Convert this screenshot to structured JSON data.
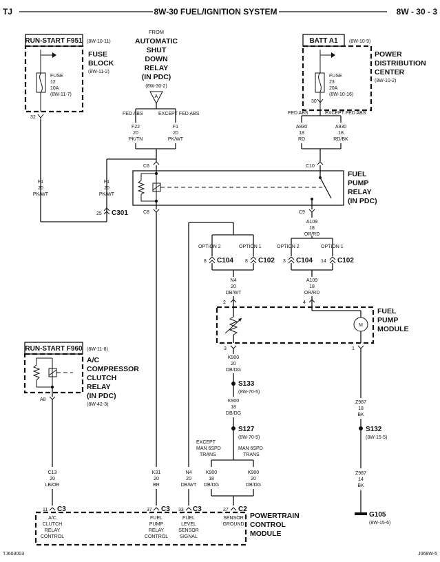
{
  "header": {
    "left": "TJ",
    "center": "8W-30 FUEL/IGNITION SYSTEM",
    "right": "8W - 30 - 3"
  },
  "footer": {
    "left": "TJ603003",
    "right": "J068W-5"
  },
  "run_start_f951": {
    "title": "RUN-START F951",
    "ref": "(8W-10-11)",
    "name": [
      "FUSE",
      "BLOCK"
    ],
    "name_ref": "(8W-11-2)",
    "fuse": [
      "FUSE",
      "12",
      "10A",
      "(8W-11-7)"
    ],
    "pin": "32"
  },
  "asd_relay": {
    "lines": [
      "FROM",
      "AUTOMATIC",
      "SHUT",
      "DOWN",
      "RELAY",
      "(IN PDC)"
    ],
    "ref": "(8W-30-2)",
    "marker": "A"
  },
  "batt_a1": {
    "title": "BATT A1",
    "ref": "(8W-10-9)",
    "name": [
      "POWER",
      "DISTRIBUTION",
      "CENTER"
    ],
    "name_ref": "(8W-10-2)",
    "fuse": [
      "FUSE",
      "23",
      "20A",
      "(8W-10-16)"
    ],
    "pin": "30"
  },
  "options": {
    "fed_abs": "FED ABS",
    "except_fed_abs": "EXCEPT FED ABS",
    "option2": "OPTION 2",
    "option1": "OPTION 1"
  },
  "wires": {
    "f22": [
      "F22",
      "20",
      "PK/TN"
    ],
    "f1_top": [
      "F1",
      "20",
      "PK/WT"
    ],
    "f1_left": [
      "F1",
      "20",
      "PK/WT"
    ],
    "f1_mid": [
      "F1",
      "20",
      "PK/WT"
    ],
    "a930_rd": [
      "A930",
      "18",
      "RD"
    ],
    "a930_rdbk": [
      "A930",
      "18",
      "RD/BK"
    ],
    "a109_top": [
      "A109",
      "18",
      "OR/RD"
    ],
    "a109_mid": [
      "A109",
      "18",
      "OR/RD"
    ],
    "n4_top": [
      "N4",
      "20",
      "DB/WT"
    ],
    "k900_a": [
      "K900",
      "20",
      "DB/DG"
    ],
    "k900_b": [
      "K900",
      "18",
      "DB/DG"
    ],
    "k900_l": [
      "K900",
      "18",
      "DB/DG"
    ],
    "k900_r": [
      "K900",
      "20",
      "DB/DG"
    ],
    "z987_a": [
      "Z987",
      "18",
      "BK"
    ],
    "z987_b": [
      "Z987",
      "14",
      "BK"
    ],
    "c13": [
      "C13",
      "20",
      "LB/OR"
    ],
    "k31": [
      "K31",
      "20",
      "BR"
    ],
    "n4_bot": [
      "N4",
      "20",
      "DB/WT"
    ]
  },
  "connectors": {
    "c6": "C6",
    "c8": "C8",
    "c10": "C10",
    "c9": "C9",
    "c301": "C301",
    "c301_pin": "25",
    "c104_l": "C104",
    "c104_l_pin": "8",
    "c102_l": "C102",
    "c102_l_pin": "8",
    "c104_r": "C104",
    "c104_r_pin": "3",
    "c102_r": "C102",
    "c102_r_pin": "14",
    "a8": "A8",
    "c3": "C3",
    "c2": "C2",
    "pin11": "11",
    "pin37": "37",
    "pin33": "33",
    "pin27": "27"
  },
  "fuel_pump_relay": {
    "name": [
      "FUEL",
      "PUMP",
      "RELAY",
      "(IN PDC)"
    ]
  },
  "fuel_pump_module": {
    "name": [
      "FUEL",
      "PUMP",
      "MODULE"
    ],
    "pin2": "2",
    "pin4": "4",
    "pin3": "3",
    "pin1": "1",
    "motor": "M"
  },
  "splices": {
    "s133": "S133",
    "s133_ref": "(8W-70-5)",
    "s127": "S127",
    "s127_ref": "(8W-70-5)",
    "s132": "S132",
    "s132_ref": "(8W-15-5)"
  },
  "trans": {
    "left": [
      "EXCEPT",
      "MAN 6SPD",
      "TRANS"
    ],
    "right": [
      "MAN 6SPD",
      "TRANS"
    ]
  },
  "run_start_f960": {
    "title": "RUN-START F960",
    "ref": "(8W-11-8)"
  },
  "ac_relay": {
    "name": [
      "A/C",
      "COMPRESSOR",
      "CLUTCH",
      "RELAY",
      "(IN PDC)"
    ],
    "ref": "(8W-42-3)"
  },
  "pcm": {
    "name": [
      "POWERTRAIN",
      "CONTROL",
      "MODULE"
    ],
    "labels": {
      "ac": [
        "A/C",
        "CLUTCH",
        "RELAY",
        "CONTROL"
      ],
      "fp": [
        "FUEL",
        "PUMP",
        "RELAY",
        "CONTROL"
      ],
      "fl": [
        "FUEL",
        "LEVEL",
        "SENSOR",
        "SIGNAL"
      ],
      "sg": [
        "SENSOR",
        "GROUND"
      ]
    }
  },
  "ground": {
    "name": "G105",
    "ref": "(8W-15-6)"
  }
}
